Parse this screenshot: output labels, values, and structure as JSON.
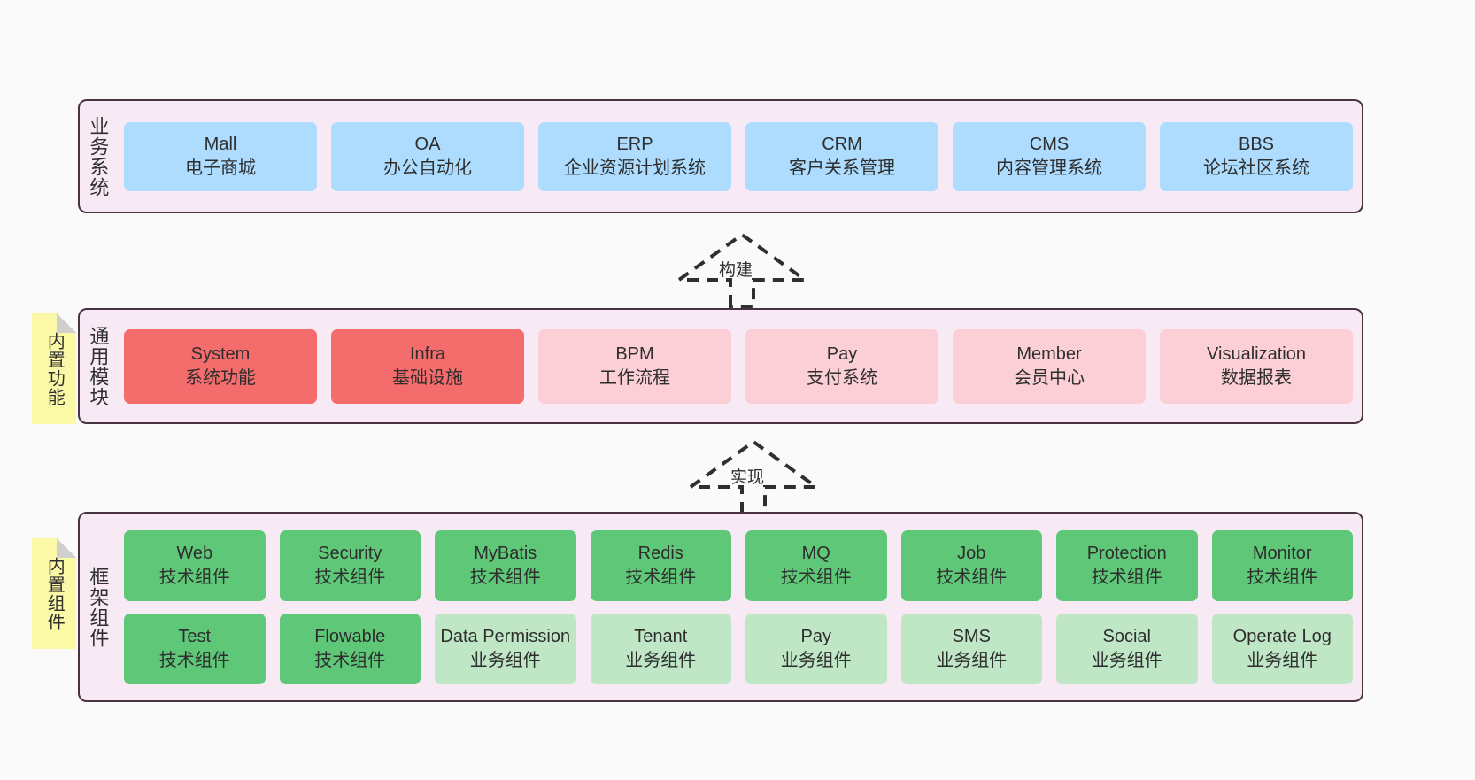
{
  "diagram": {
    "title": "",
    "colors": {
      "panel_bg": "#f7eaf5",
      "panel_border": "#4a3340",
      "business_card": "#addcff",
      "module_core_card": "#f56c6c",
      "module_card": "#fbcfd5",
      "tech_component_card": "#5fc878",
      "business_component_card": "#bfe7c6",
      "sticky_note": "#fbf8a6",
      "canvas_bg": "#fafafa"
    }
  },
  "layers": [
    {
      "key": "business",
      "title": "业务系统",
      "note": null,
      "rows": [
        {
          "cards": [
            {
              "en": "Mall",
              "cn": "电子商城",
              "style": "c-blue"
            },
            {
              "en": "OA",
              "cn": "办公自动化",
              "style": "c-blue"
            },
            {
              "en": "ERP",
              "cn": "企业资源计划系统",
              "style": "c-blue"
            },
            {
              "en": "CRM",
              "cn": "客户关系管理",
              "style": "c-blue"
            },
            {
              "en": "CMS",
              "cn": "内容管理系统",
              "style": "c-blue"
            },
            {
              "en": "BBS",
              "cn": "论坛社区系统",
              "style": "c-blue"
            }
          ]
        }
      ]
    },
    {
      "key": "modules",
      "title": "通用模块",
      "note": "内置功能",
      "rows": [
        {
          "cards": [
            {
              "en": "System",
              "cn": "系统功能",
              "style": "c-red"
            },
            {
              "en": "Infra",
              "cn": "基础设施",
              "style": "c-red"
            },
            {
              "en": "BPM",
              "cn": "工作流程",
              "style": "c-pink"
            },
            {
              "en": "Pay",
              "cn": "支付系统",
              "style": "c-pink"
            },
            {
              "en": "Member",
              "cn": "会员中心",
              "style": "c-pink"
            },
            {
              "en": "Visualization",
              "cn": "数据报表",
              "style": "c-pink"
            }
          ]
        }
      ]
    },
    {
      "key": "framework",
      "title": "框架组件",
      "note": "内置组件",
      "rows": [
        {
          "cards": [
            {
              "en": "Web",
              "cn": "技术组件",
              "style": "c-green"
            },
            {
              "en": "Security",
              "cn": "技术组件",
              "style": "c-green"
            },
            {
              "en": "MyBatis",
              "cn": "技术组件",
              "style": "c-green"
            },
            {
              "en": "Redis",
              "cn": "技术组件",
              "style": "c-green"
            },
            {
              "en": "MQ",
              "cn": "技术组件",
              "style": "c-green"
            },
            {
              "en": "Job",
              "cn": "技术组件",
              "style": "c-green"
            },
            {
              "en": "Protection",
              "cn": "技术组件",
              "style": "c-green"
            },
            {
              "en": "Monitor",
              "cn": "技术组件",
              "style": "c-green"
            }
          ]
        },
        {
          "cards": [
            {
              "en": "Test",
              "cn": "技术组件",
              "style": "c-green"
            },
            {
              "en": "Flowable",
              "cn": "技术组件",
              "style": "c-green"
            },
            {
              "en": "Data Permission",
              "cn": "业务组件",
              "style": "c-lightgreen",
              "wrap": true
            },
            {
              "en": "Tenant",
              "cn": "业务组件",
              "style": "c-lightgreen"
            },
            {
              "en": "Pay",
              "cn": "业务组件",
              "style": "c-lightgreen"
            },
            {
              "en": "SMS",
              "cn": "业务组件",
              "style": "c-lightgreen"
            },
            {
              "en": "Social",
              "cn": "业务组件",
              "style": "c-lightgreen"
            },
            {
              "en": "Operate Log",
              "cn": "业务组件",
              "style": "c-lightgreen"
            }
          ]
        }
      ]
    }
  ],
  "connectors": [
    {
      "key": "build",
      "label": "构建"
    },
    {
      "key": "implement",
      "label": "实现"
    }
  ]
}
